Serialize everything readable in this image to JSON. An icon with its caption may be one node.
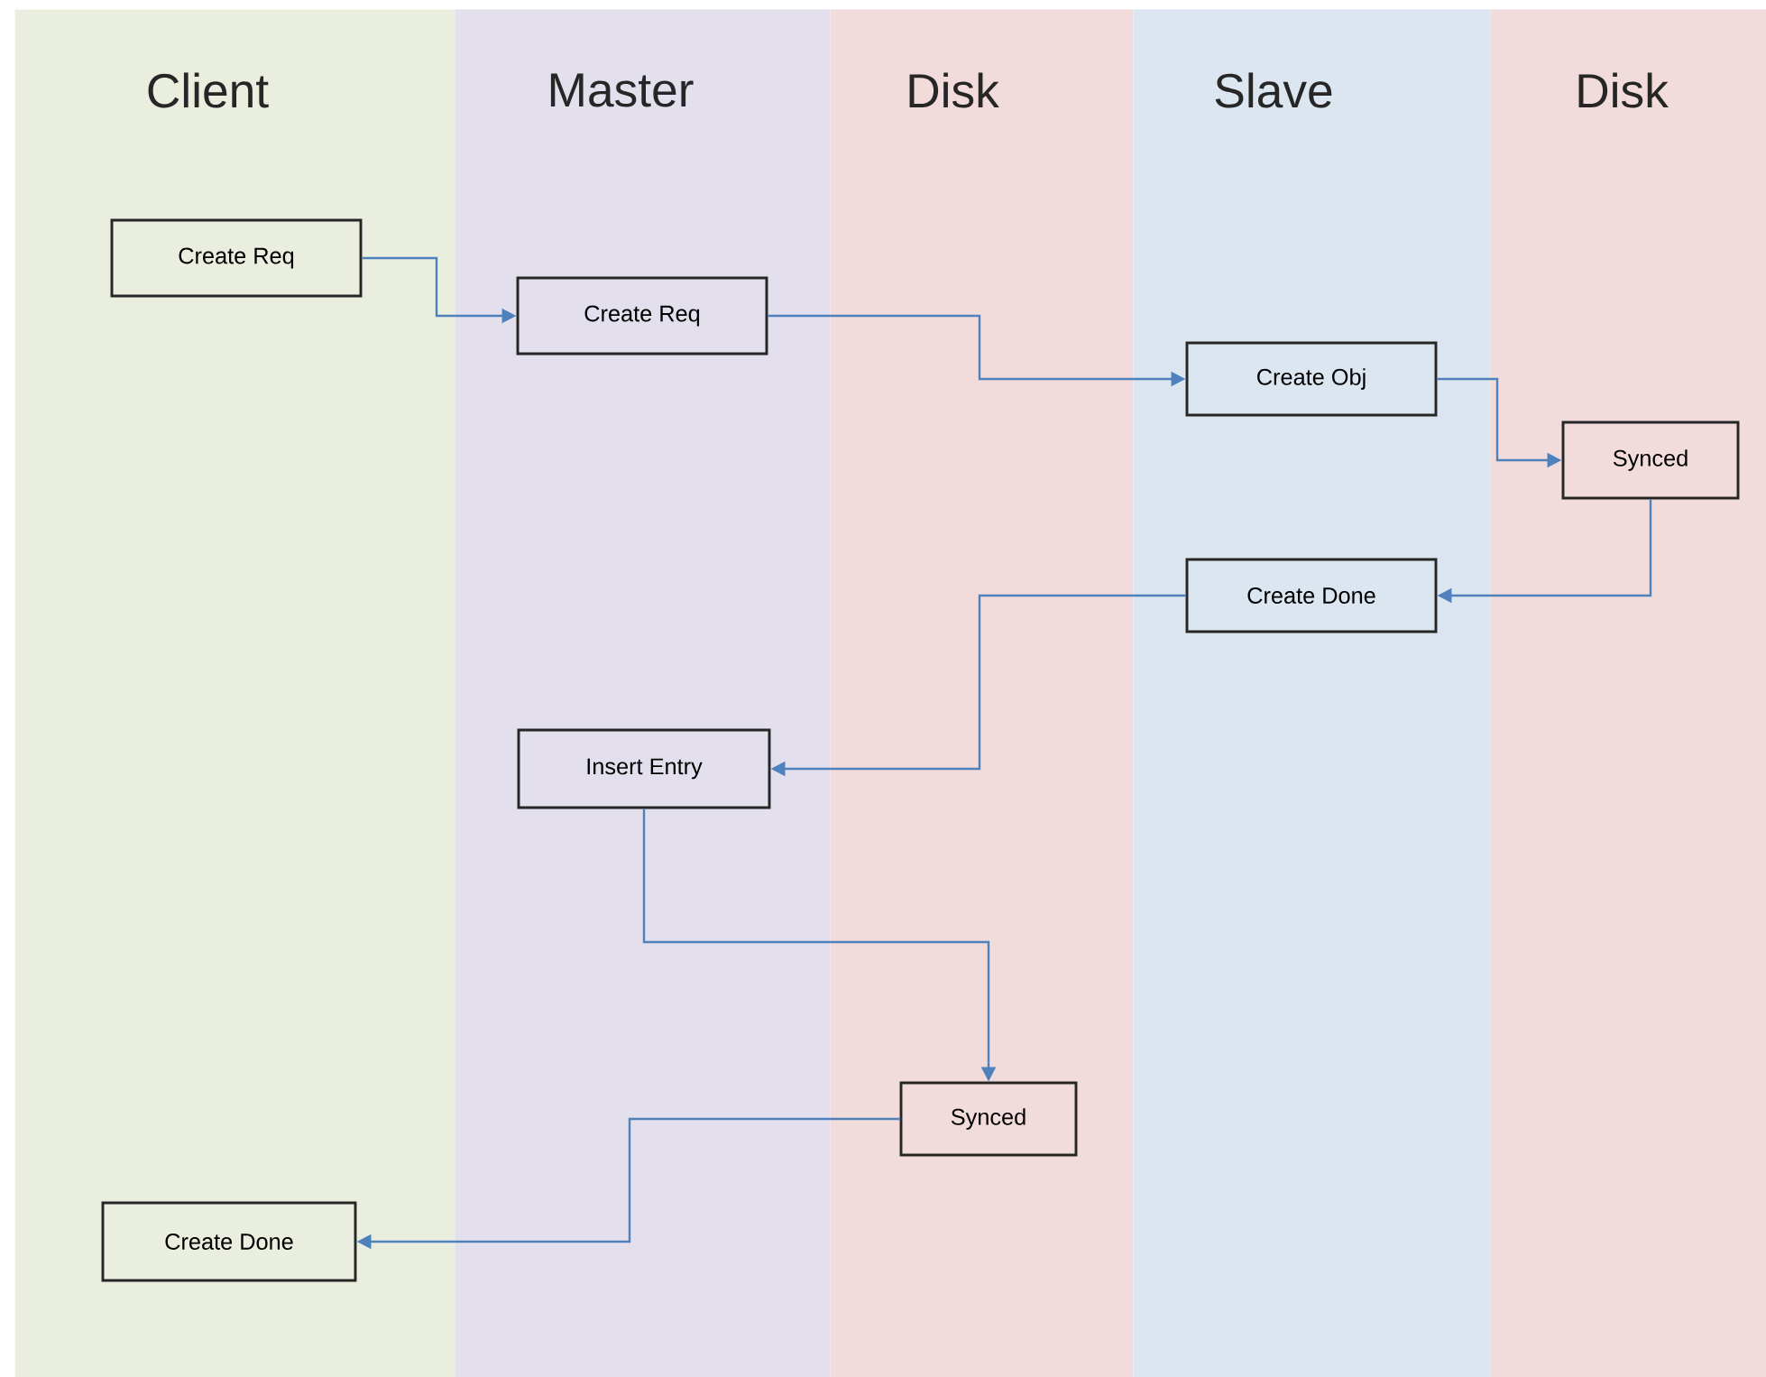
{
  "diagram": {
    "nodes": [
      {
        "text": [
          "Client"
        ]
      },
      {
        "text": [
          "Master"
        ]
      },
      {
        "text": [
          "Disk"
        ]
      },
      {
        "text": [
          "Slave"
        ]
      },
      {
        "text": [
          "Disk"
        ]
      },
      {
        "text": [
          "Create Req"
        ],
        "in": 0
      },
      {
        "text": [
          "Create Req"
        ],
        "in": 1
      },
      {
        "text": [
          "Create Obj"
        ],
        "in": 3
      },
      {
        "text": [
          "Synced"
        ],
        "in": 4
      },
      {
        "text": [
          "Create Done"
        ],
        "in": 3
      },
      {
        "text": [
          "Insert Entry"
        ],
        "in": 1
      },
      {
        "text": [
          "Synced"
        ],
        "in": 2
      },
      {
        "text": [
          "Create Done"
        ],
        "in": 0
      }
    ],
    "edges": [
      {
        "from": 5,
        "to": 6,
        "arrow": "to"
      },
      {
        "from": 6,
        "to": 7,
        "arrow": "to"
      },
      {
        "from": 7,
        "to": 8,
        "arrow": "to"
      },
      {
        "from": 8,
        "to": 9,
        "arrow": "to"
      },
      {
        "from": 9,
        "to": 10,
        "arrow": "to"
      },
      {
        "from": 10,
        "to": 11,
        "arrow": "to"
      },
      {
        "from": 11,
        "to": 12,
        "arrow": "to"
      }
    ]
  }
}
